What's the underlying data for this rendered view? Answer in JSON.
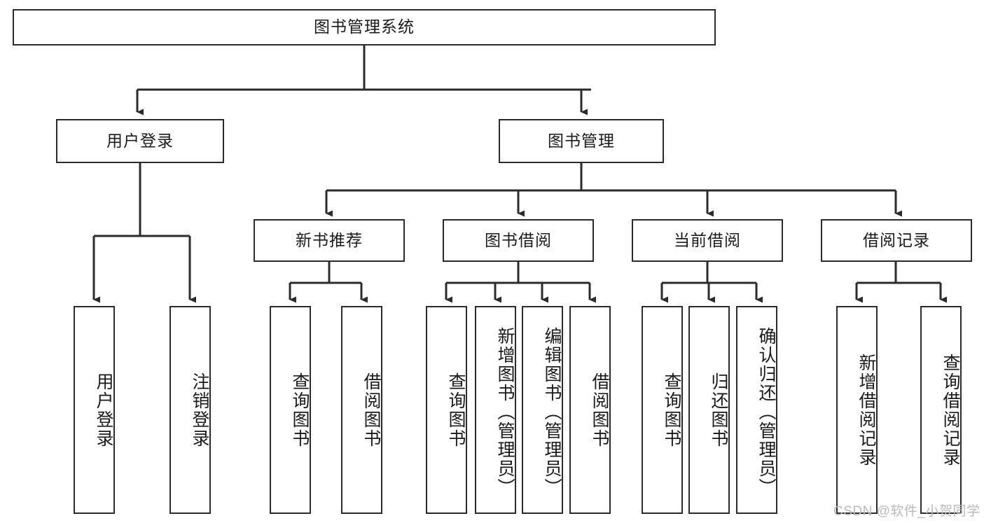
{
  "diagram": {
    "type": "tree-hierarchy",
    "title": "图书管理系统",
    "watermark": "CSDN @软件_小贺同学",
    "colors": {
      "stroke": "#2b2b2b",
      "fill": "#ffffff",
      "text": "#1a1a1a",
      "watermark": "#b9b9b9"
    },
    "levels": {
      "root": {
        "label": "图书管理系统"
      },
      "level2": [
        {
          "id": "user-login",
          "label": "用户登录"
        },
        {
          "id": "book-manage",
          "label": "图书管理"
        }
      ],
      "level3": [
        {
          "id": "new-book-recommend",
          "label": "新书推荐",
          "parent": "book-manage"
        },
        {
          "id": "book-borrow",
          "label": "图书借阅",
          "parent": "book-manage"
        },
        {
          "id": "current-borrow",
          "label": "当前借阅",
          "parent": "book-manage"
        },
        {
          "id": "borrow-record",
          "label": "借阅记录",
          "parent": "book-manage"
        }
      ],
      "leaves": [
        {
          "id": "leaf-user-login",
          "label": "用户登录",
          "parent": "user-login"
        },
        {
          "id": "leaf-logout-login",
          "label": "注销登录",
          "parent": "user-login"
        },
        {
          "id": "leaf-query-book-1",
          "label": "查询图书",
          "parent": "new-book-recommend"
        },
        {
          "id": "leaf-borrow-book-1",
          "label": "借阅图书",
          "parent": "new-book-recommend"
        },
        {
          "id": "leaf-query-book-2",
          "label": "查询图书",
          "parent": "book-borrow"
        },
        {
          "id": "leaf-add-book",
          "label": "新增图书（管理员）",
          "parent": "book-borrow"
        },
        {
          "id": "leaf-edit-book",
          "label": "编辑图书（管理员）",
          "parent": "book-borrow"
        },
        {
          "id": "leaf-borrow-book-2",
          "label": "借阅图书",
          "parent": "book-borrow"
        },
        {
          "id": "leaf-query-book-3",
          "label": "查询图书",
          "parent": "current-borrow"
        },
        {
          "id": "leaf-return-book",
          "label": "归还图书",
          "parent": "current-borrow"
        },
        {
          "id": "leaf-confirm-return",
          "label": "确认归还（管理员）",
          "parent": "current-borrow"
        },
        {
          "id": "leaf-add-record",
          "label": "新增借阅记录",
          "parent": "borrow-record"
        },
        {
          "id": "leaf-query-record",
          "label": "查询借阅记录",
          "parent": "borrow-record"
        }
      ]
    }
  }
}
